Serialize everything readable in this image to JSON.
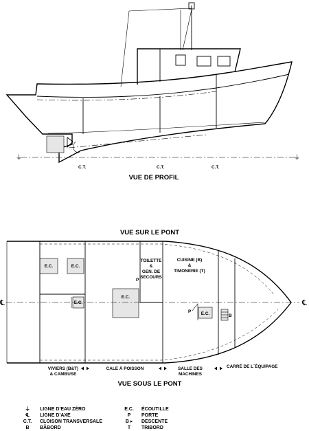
{
  "profile": {
    "title": "VUE DE PROFIL",
    "bulkhead_labels": [
      "C.T.",
      "C.T.",
      "C.T."
    ]
  },
  "deck": {
    "title": "VUE SUR LE PONT",
    "hatch_labels": [
      "E.C.",
      "E.C.",
      "E.C.",
      "E.C.",
      "E.C."
    ],
    "toilet": [
      "TOILETTE",
      "&",
      "GEN. DE",
      "SECOURS"
    ],
    "kitchen": [
      "CUISINE (B)",
      "&",
      "TIMONERIE (T)"
    ],
    "marker_p": "P",
    "marker_b": "B",
    "centerline": "℄"
  },
  "below": {
    "title": "VUE SOUS LE PONT",
    "viviers": [
      "VIVIERS (B&T)",
      "& CAMBUSE"
    ],
    "cale": "CALE À POISSON",
    "salle": [
      "SALLE DES",
      "MACHINES"
    ],
    "carre": "CARRÉ DE L´ÉQUIPAGE"
  },
  "legend": {
    "left": [
      {
        "symbol": "⏚",
        "text": "LIGNE D’EAU ZÉRO"
      },
      {
        "symbol": "℄",
        "text": "LIGNE D’AXE"
      },
      {
        "symbol": "C.T.",
        "text": "CLOISON TRANSVERSALE"
      },
      {
        "symbol": "B",
        "text": "BÂBORD"
      }
    ],
    "right": [
      {
        "symbol": "E.C.",
        "text": "ÉCOUTILLE"
      },
      {
        "symbol": "P",
        "text": "PORTE"
      },
      {
        "symbol": "B ▸",
        "text": "DESCENTE"
      },
      {
        "symbol": "T",
        "text": "TRIBORD"
      }
    ]
  }
}
